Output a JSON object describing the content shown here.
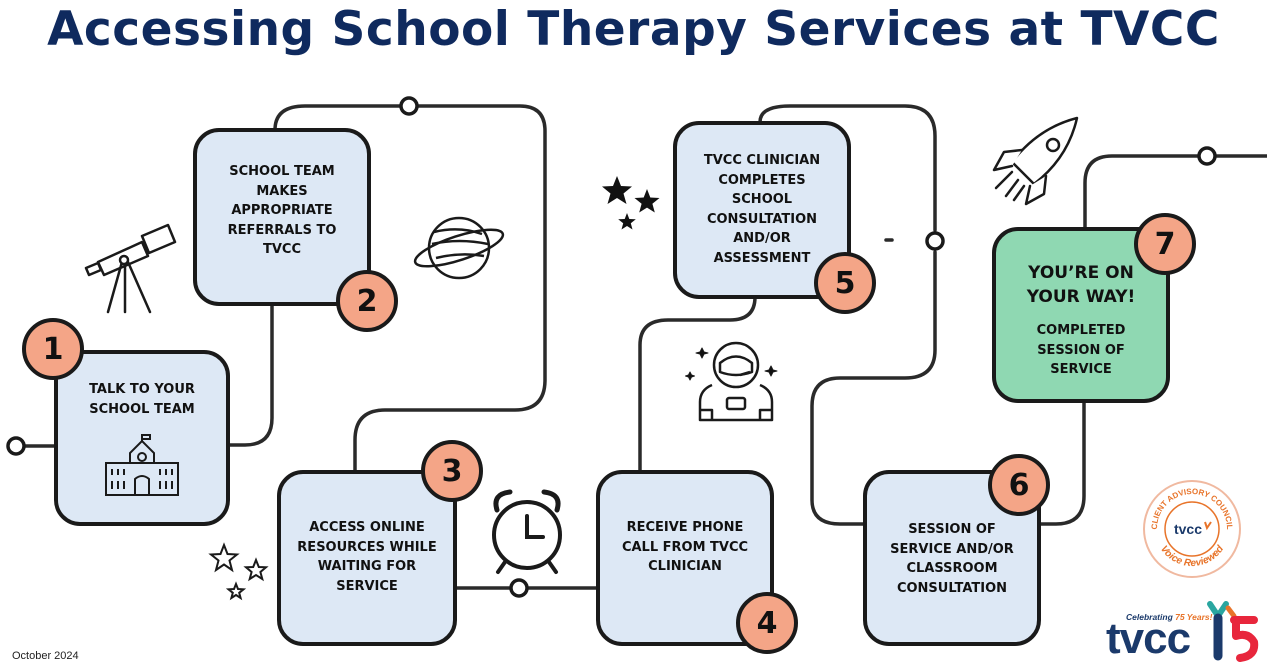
{
  "title": "Accessing School Therapy Services at TVCC",
  "steps": [
    {
      "number": "1",
      "text": "TALK TO YOUR SCHOOL TEAM"
    },
    {
      "number": "2",
      "text": "SCHOOL TEAM MAKES APPROPRIATE REFERRALS TO TVCC"
    },
    {
      "number": "3",
      "text": "ACCESS ONLINE RESOURCES WHILE WAITING FOR SERVICE"
    },
    {
      "number": "4",
      "text": "RECEIVE PHONE CALL FROM TVCC CLINICIAN"
    },
    {
      "number": "5",
      "text": "TVCC CLINICIAN COMPLETES SCHOOL CONSULTATION AND/OR ASSESSMENT"
    },
    {
      "number": "6",
      "text": "SESSION OF SERVICE AND/OR CLASSROOM CONSULTATION"
    },
    {
      "number": "7",
      "heading": "YOU’RE ON YOUR WAY!",
      "text": "COMPLETED SESSION OF SERVICE"
    }
  ],
  "date": "October 2024",
  "logos": {
    "celebrating": "Celebrating",
    "celebrating_years": "75 Years!",
    "wordmark": "tvcc",
    "council_top": "CLIENT ADVISORY COUNCIL",
    "council_center": "tvcc",
    "council_bottom": "Voice Reviewed"
  },
  "colors": {
    "title": "#0f2a5e",
    "box_fill": "#dde8f5",
    "final_box_fill": "#8fd8b2",
    "number_badge": "#f4a587",
    "logo_orange": "#e8742a",
    "logo_navy": "#1b3a6b"
  },
  "icons": [
    "school-building-icon",
    "telescope-icon",
    "planet-icon",
    "stars-outline-icon",
    "alarm-clock-icon",
    "stars-solid-icon",
    "astronaut-icon",
    "rocket-icon"
  ]
}
